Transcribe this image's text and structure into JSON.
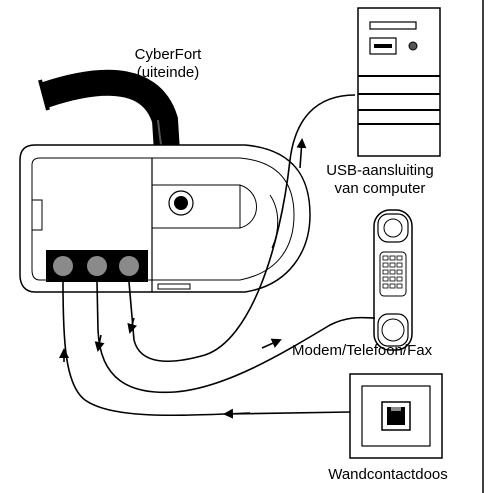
{
  "labels": {
    "cyberfort_line1": "CyberFort",
    "cyberfort_line2": "(uiteinde)",
    "usb_line1": "USB-aansluiting",
    "usb_line2": "van computer",
    "modem": "Modem/Telefoon/Fax",
    "wall": "Wandcontactdoos"
  },
  "colors": {
    "ink": "#000000",
    "port_fill": "#8a8a8a",
    "background": "#ffffff"
  },
  "icons": [
    "cable-icon",
    "computer-tower-icon",
    "telephone-handset-icon",
    "wall-jack-icon"
  ]
}
